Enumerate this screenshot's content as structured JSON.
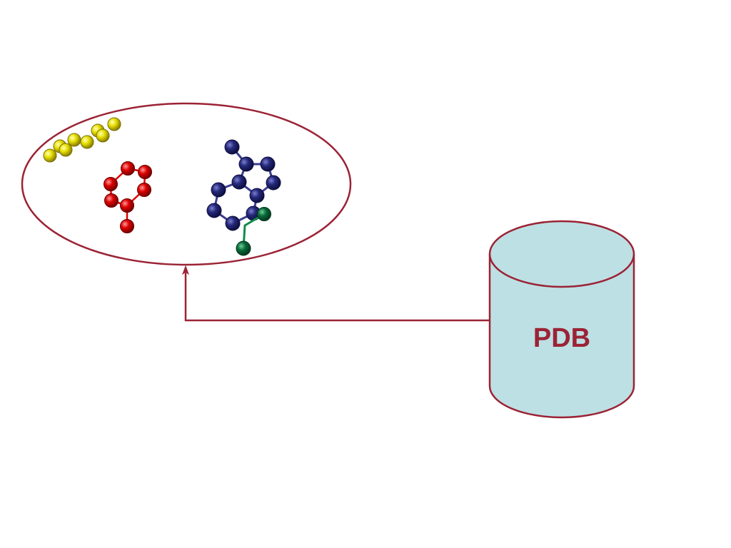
{
  "colors": {
    "outline": "#9b2335",
    "cylinder_fill": "#bde0e4",
    "yellow_atom": "#e8e000",
    "red_atom": "#dd0000",
    "blue_atom": "#25287a",
    "blue_bond": "#3a3d8f",
    "green_atom": "#0a6a3a",
    "green_bond": "#118a4a",
    "red_bond": "#dd0000"
  },
  "database": {
    "label": "PDB",
    "icon": "database-cylinder-icon"
  },
  "molecule_group": {
    "icon": "molecular-structures-icon",
    "molecules": [
      "yellow-chain-molecule",
      "red-ring-molecule",
      "blue-bicyclic-molecule",
      "green-substituent"
    ]
  },
  "connector": {
    "direction": "database-to-molecule-group",
    "icon": "arrow-up-icon"
  }
}
